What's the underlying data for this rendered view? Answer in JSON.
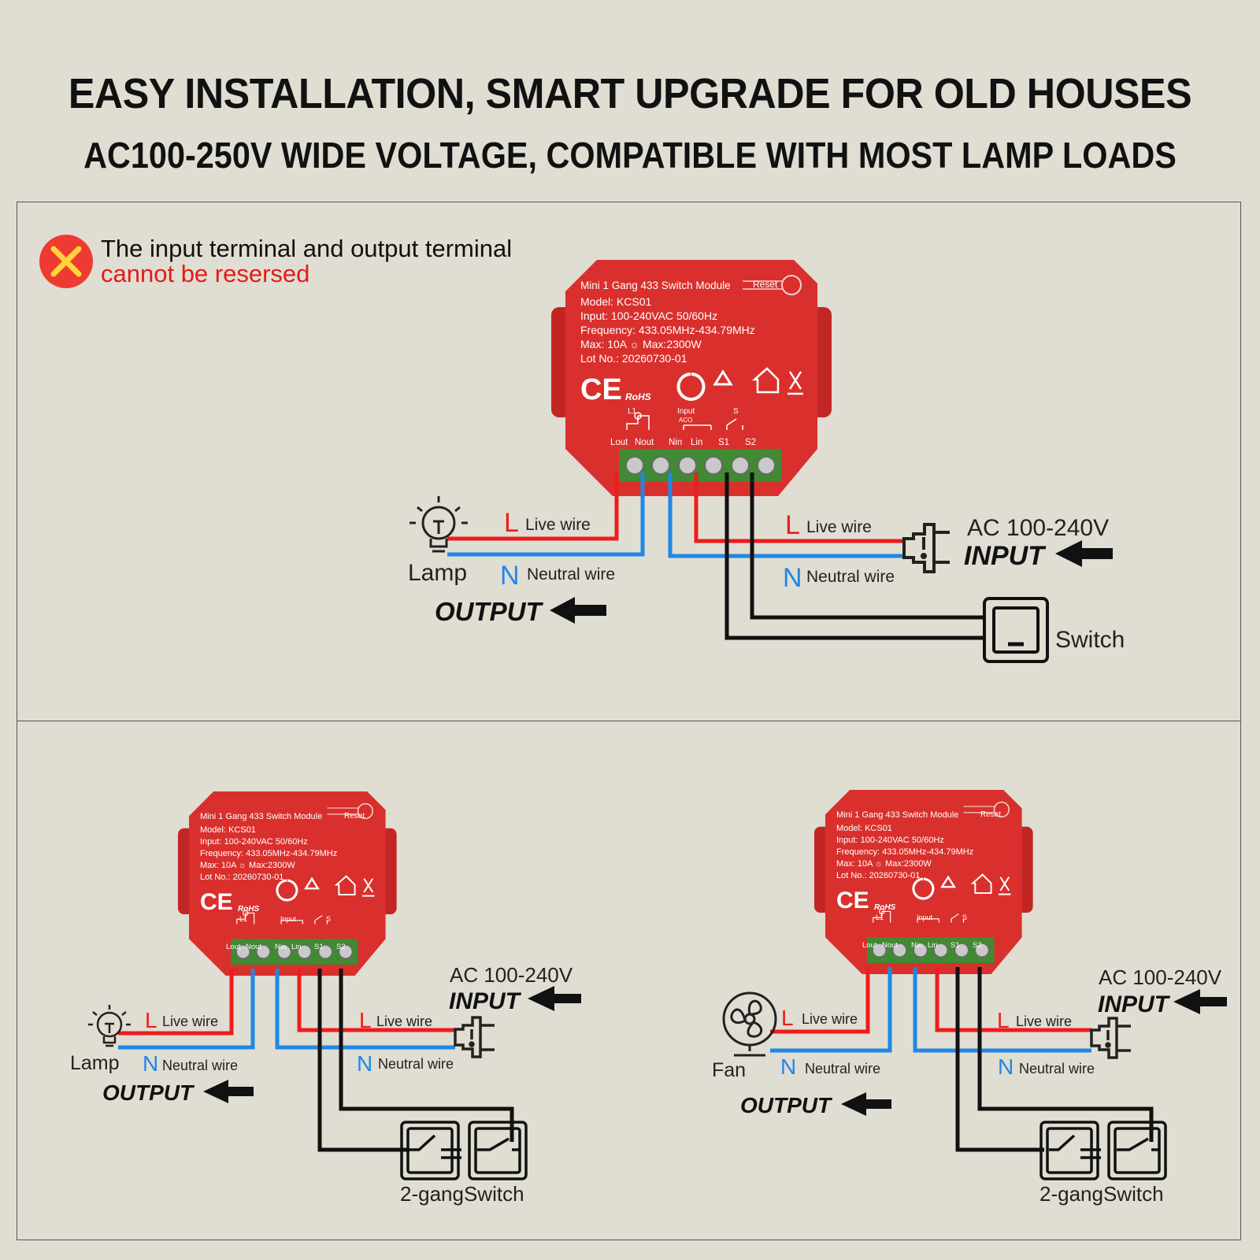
{
  "header": {
    "title": "EASY INSTALLATION, SMART UPGRADE FOR OLD HOUSES",
    "subtitle": "AC100-250V WIDE VOLTAGE, COMPATIBLE WITH MOST LAMP LOADS"
  },
  "warning": {
    "line1": "The input terminal and output terminal",
    "line2": "cannot be resersed",
    "icon": "close-icon"
  },
  "module": {
    "name": "Mini 1 Gang 433 Switch Module",
    "reset": "Reset",
    "model": "Model: KCS01",
    "input": "Input: 100-240VAC 50/60Hz",
    "frequency": "Frequency: 433.05MHz-434.79MHz",
    "max": "Max: 10A  ☼ Max:2300W",
    "lot": "Lot No.: 20260730-01",
    "cert_ce": "CE",
    "cert_rohs": "RoHS",
    "label_l1": "L1",
    "label_input": "Input",
    "label_aco": "ACO",
    "label_s": "S",
    "terminals": [
      "Lout",
      "Nout",
      "Nin",
      "Lin",
      "S1",
      "S2"
    ]
  },
  "wiring": {
    "live_letter": "L",
    "live_label": "Live wire",
    "neutral_letter": "N",
    "neutral_label": "Neutral wire",
    "input_voltage": "AC 100-240V",
    "input_label": "INPUT",
    "output_label": "OUTPUT",
    "lamp_label": "Lamp",
    "fan_label": "Fan",
    "switch_label": "Switch",
    "two_gang_label": "2-gangSwitch"
  },
  "colors": {
    "background": "#e0ddd3",
    "module_red": "#d9302d",
    "terminal_green": "#3f8a33",
    "live": "#ee1c1c",
    "neutral": "#1f88e6",
    "switch_wire": "#111111",
    "warning_red": "#e31b17"
  }
}
